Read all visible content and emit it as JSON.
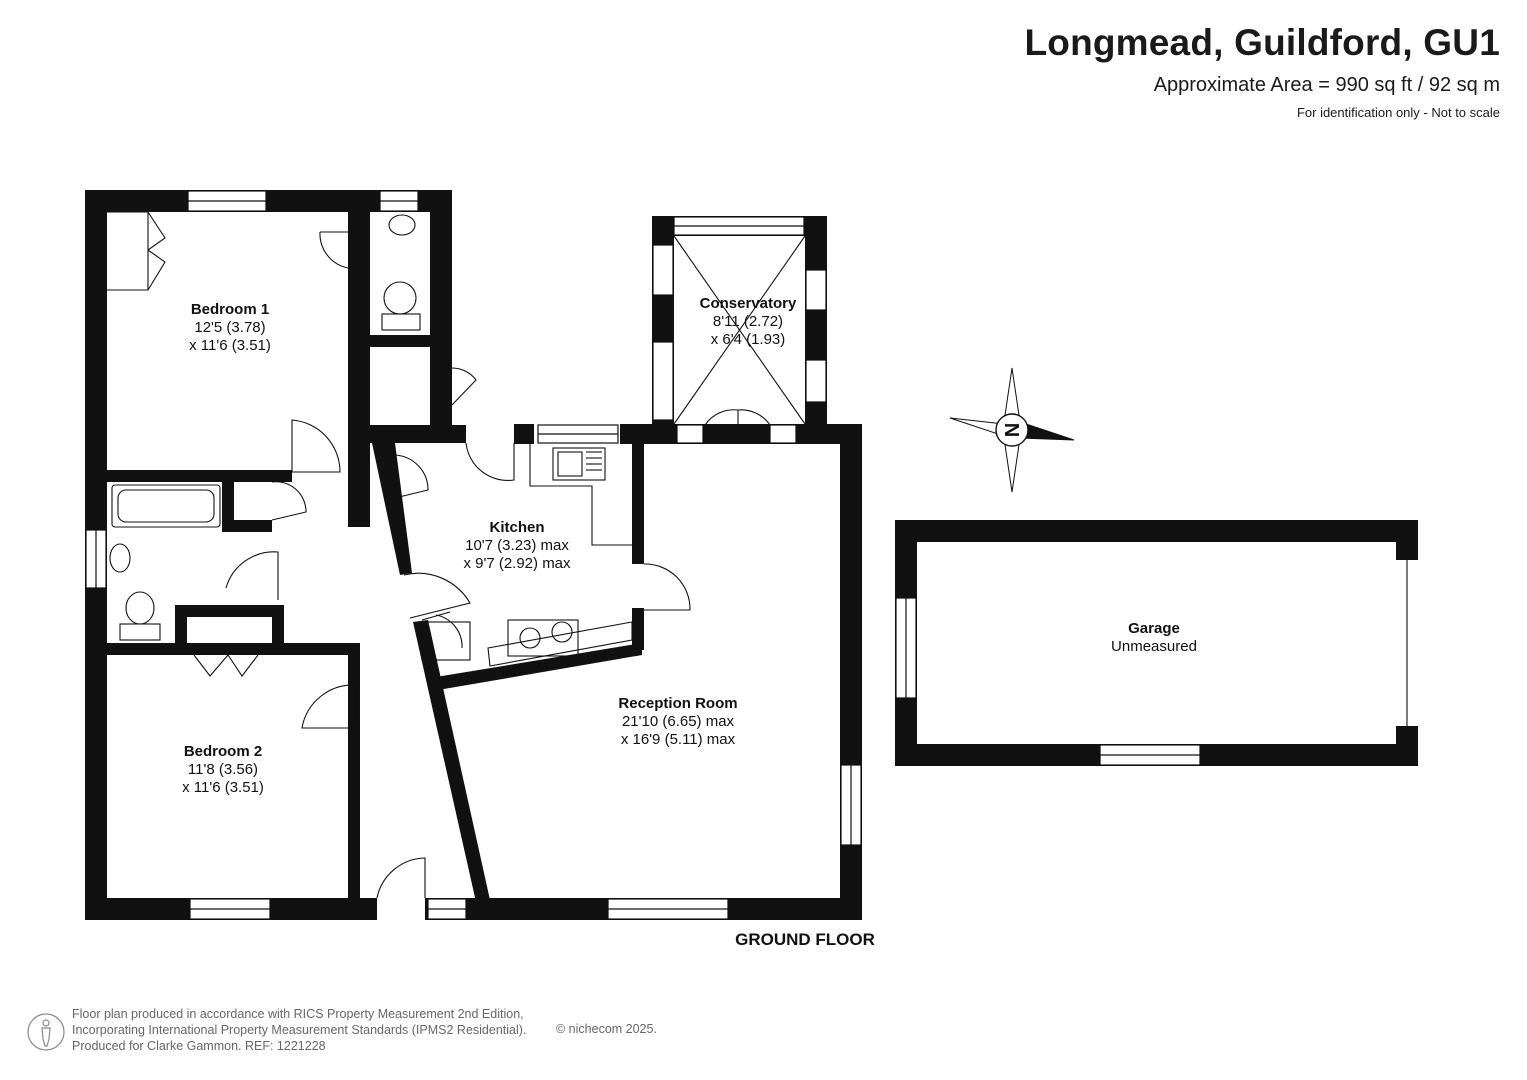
{
  "header": {
    "title": "Longmead, Guildford, GU1",
    "area": "Approximate Area = 990 sq ft / 92 sq m",
    "note": "For identification only - Not to scale"
  },
  "rooms": {
    "bedroom1": {
      "name": "Bedroom 1",
      "dim1": "12'5 (3.78)",
      "dim2": "x 11'6 (3.51)"
    },
    "bedroom2": {
      "name": "Bedroom 2",
      "dim1": "11'8 (3.56)",
      "dim2": "x 11'6 (3.51)"
    },
    "kitchen": {
      "name": "Kitchen",
      "dim1": "10'7 (3.23) max",
      "dim2": "x 9'7 (2.92) max"
    },
    "conservatory": {
      "name": "Conservatory",
      "dim1": "8'11 (2.72)",
      "dim2": "x 6'4 (1.93)"
    },
    "reception": {
      "name": "Reception Room",
      "dim1": "21'10 (6.65) max",
      "dim2": "x 16'9 (5.11) max"
    },
    "garage": {
      "name": "Garage",
      "dim1": "Unmeasured"
    }
  },
  "floor_label": "GROUND FLOOR",
  "compass": {
    "letter": "N"
  },
  "footer": {
    "line1": "Floor plan produced in accordance with RICS Property Measurement 2nd Edition,",
    "line2": "Incorporating International Property Measurement Standards (IPMS2 Residential).",
    "line3": "Produced for Clarke Gammon.   REF:  1221228",
    "copyright": "© nichecom 2025."
  },
  "colors": {
    "wall": "#111111",
    "text": "#1a1a1a",
    "footer": "#666666"
  }
}
